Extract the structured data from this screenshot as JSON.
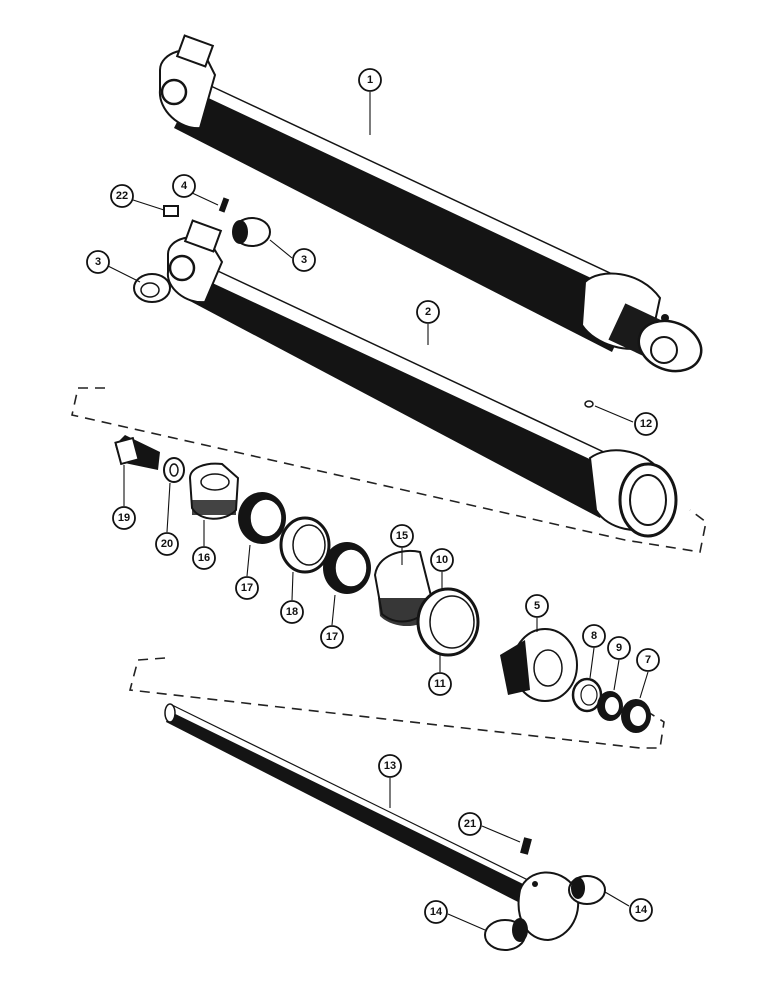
{
  "callouts": {
    "c1": "1",
    "c2": "2",
    "c3a": "3",
    "c3b": "3",
    "c4": "4",
    "c5": "5",
    "c7": "7",
    "c8": "8",
    "c9": "9",
    "c10": "10",
    "c11": "11",
    "c12": "12",
    "c13": "13",
    "c14a": "14",
    "c14b": "14",
    "c15": "15",
    "c16": "16",
    "c17a": "17",
    "c17b": "17",
    "c18": "18",
    "c19": "19",
    "c20": "20",
    "c21": "21",
    "c22": "22"
  }
}
